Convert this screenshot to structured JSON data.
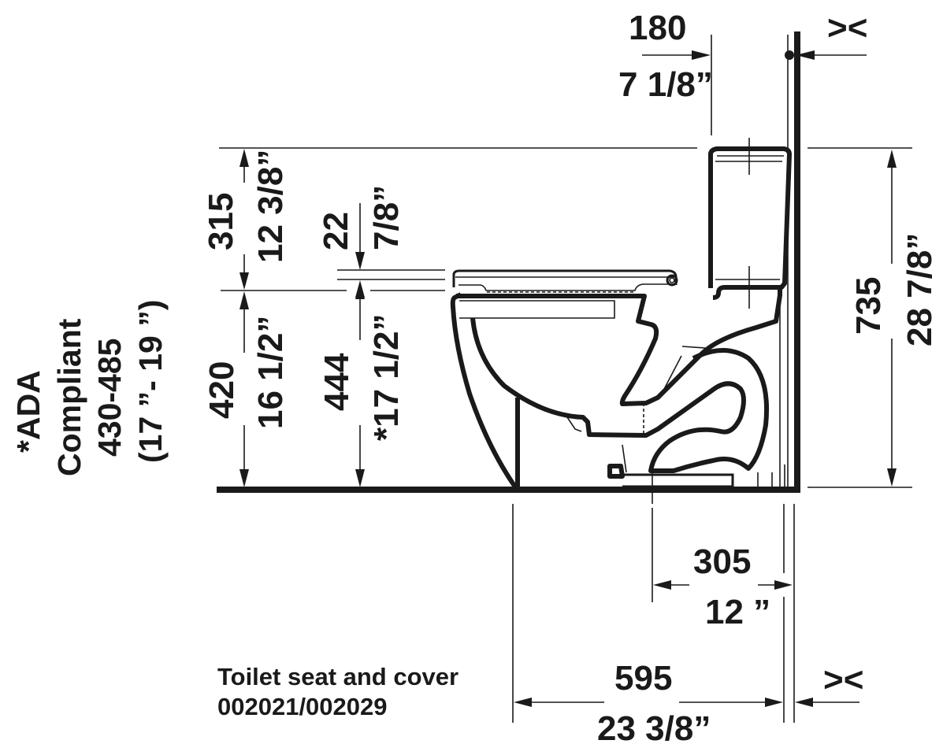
{
  "drawing": {
    "title": "Toilet side elevation dimension drawing",
    "color": "#1a1a1a",
    "background": "#ffffff"
  },
  "dimensions": {
    "wall_gap_top": {
      "mm": "180",
      "inch": "7 1/8”"
    },
    "wall_symbol_top": "><",
    "tank_height_above_seat": {
      "mm": "315",
      "inch": "12 3/8”"
    },
    "seat_thickness": {
      "mm": "22",
      "inch": "7/8”"
    },
    "rim_height": {
      "mm": "420",
      "inch": "16 1/2”"
    },
    "seat_height": {
      "mm": "444",
      "inch": "*17 1/2”"
    },
    "overall_height": {
      "mm": "735",
      "inch": "28 7/8”"
    },
    "rough_in": {
      "mm": "305",
      "inch": "12 ”"
    },
    "overall_depth": {
      "mm": "595",
      "inch": "23 3/8”"
    },
    "wall_symbol_bottom": "><"
  },
  "notes": {
    "ada": {
      "line1": "*ADA",
      "line2": "Compliant",
      "line3": "430-485",
      "line4": "(17 ”- 19 ”)"
    },
    "seat": {
      "line1": "Toilet seat and cover",
      "line2": "002021/002029"
    }
  }
}
